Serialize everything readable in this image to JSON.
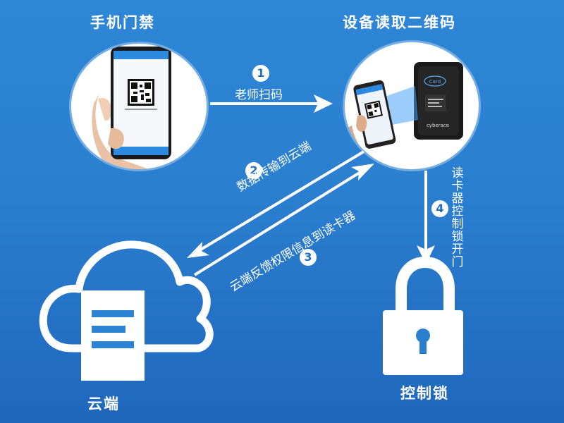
{
  "nodes": {
    "phone_title": "手机门禁",
    "reader_title": "设备读取二维码",
    "cloud_title": "云端",
    "lock_title": "控制锁"
  },
  "steps": [
    {
      "number": "1",
      "label": "老师扫码"
    },
    {
      "number": "2",
      "label": "数据传输到云端"
    },
    {
      "number": "3",
      "label": "云端反馈权限信息到读卡器"
    },
    {
      "number": "4",
      "label": "读卡器控制锁开门"
    }
  ],
  "reader_device": {
    "brand": "cyberace",
    "card_text": "Card"
  }
}
